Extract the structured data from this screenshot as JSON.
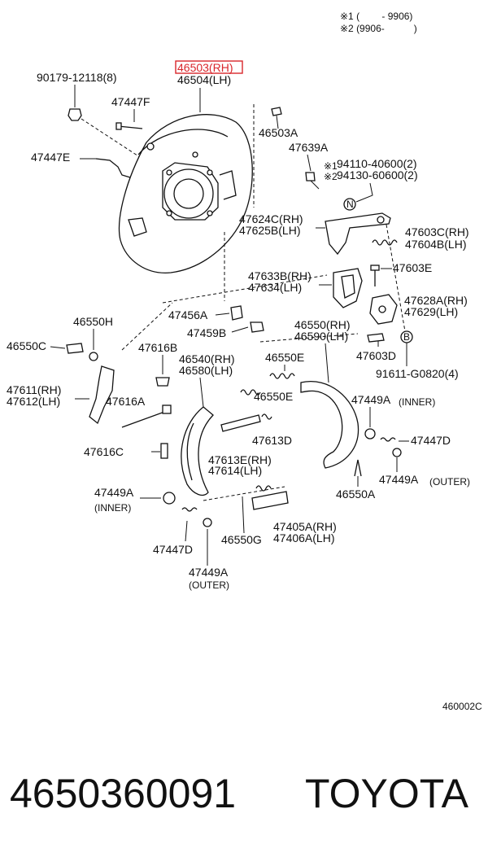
{
  "notes": {
    "n1": "※1 (　　 - 9906)",
    "n2": "※2 (9906-　　　)"
  },
  "labels": {
    "l46503": "46503(RH)",
    "l46504": "46504(LH)",
    "l90179": "90179-12118(8)",
    "l47447F": "47447F",
    "l47447E": "47447E",
    "l46503A": "46503A",
    "l47639A": "47639A",
    "l94110": "94110-40600(2)",
    "l94130": "94130-60600(2)",
    "mk1": "※1",
    "mk2": "※2",
    "l47624C": "47624C(RH)",
    "l47625B": "47625B(LH)",
    "l47603C": "47603C(RH)",
    "l47604B": "47604B(LH)",
    "l47633B": "47633B(RH)",
    "l47634": "47634(LH)",
    "l47603E": "47603E",
    "l47628A": "47628A(RH)",
    "l47629": "47629(LH)",
    "l47456A": "47456A",
    "l47459B": "47459B",
    "l46550H": "46550H",
    "l46550C": "46550C",
    "l47616B": "47616B",
    "l46540": "46540(RH)",
    "l46580": "46580(LH)",
    "l46550RH": "46550(RH)",
    "l46590": "46590(LH)",
    "l47603D": "47603D",
    "l91611": "91611-G0820(4)",
    "l46550E1": "46550E",
    "l46550E2": "46550E",
    "l47611": "47611(RH)",
    "l47612": "47612(LH)",
    "l47616A": "47616A",
    "l47449A1": "47449A",
    "inner1": "(INNER)",
    "l47613D": "47613D",
    "l47447D1": "47447D",
    "l47449A2": "47449A",
    "outer1": "(OUTER)",
    "l47616C": "47616C",
    "l47613E": "47613E(RH)",
    "l47614": "47614(LH)",
    "l46550A": "46550A",
    "l47449A3": "47449A",
    "inner2": "(INNER)",
    "l46550G": "46550G",
    "l47405A": "47405A(RH)",
    "l47406A": "47406A(LH)",
    "l47447D2": "47447D",
    "l47449A4": "47449A",
    "outer2": "(OUTER)",
    "circleN": "N",
    "circleB": "B",
    "figcode": "460002C"
  },
  "footer": {
    "part_number": "4650360091",
    "brand": "TOYOTA"
  },
  "colors": {
    "highlight": "#d9262b"
  }
}
